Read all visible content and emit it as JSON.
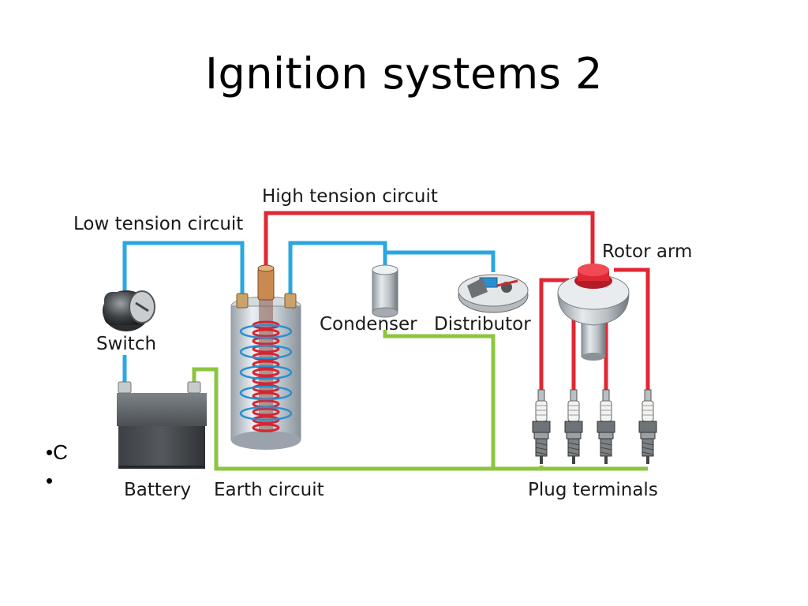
{
  "slide": {
    "title": "Ignition systems 2",
    "bullets": [
      {
        "mark": "•",
        "text": "C"
      },
      {
        "mark": "•",
        "text": ""
      }
    ]
  },
  "diagram": {
    "labels": {
      "high_tension": "High tension circuit",
      "low_tension": "Low tension circuit",
      "rotor_arm": "Rotor arm",
      "switch": "Switch",
      "condenser": "Condenser",
      "distributor": "Distributor",
      "battery": "Battery",
      "earth_circuit": "Earth circuit",
      "plug_terminals": "Plug terminals"
    },
    "colors": {
      "low_tension_wire": "#2aa7e0",
      "high_tension_wire": "#e02834",
      "earth_wire": "#8cc63f"
    }
  }
}
